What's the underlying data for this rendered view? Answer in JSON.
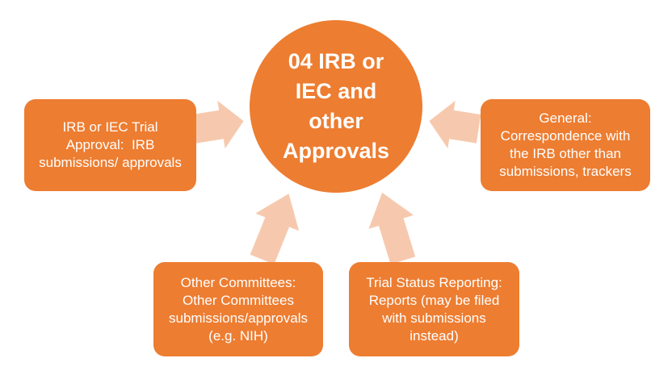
{
  "diagram": {
    "center": {
      "label": "04 IRB or\nIEC and\nother\nApprovals"
    },
    "left_box": {
      "label": "IRB or IEC Trial\nApproval:  IRB\nsubmissions/ approvals"
    },
    "right_box": {
      "label": "General:\nCorrespondence with\nthe IRB other than\nsubmissions, trackers"
    },
    "bottom_left_box": {
      "label": "Other Committees:\nOther Committees\nsubmissions/approvals\n(e.g. NIH)"
    },
    "bottom_right_box": {
      "label": "Trial Status Reporting:\nReports (may be filed\nwith submissions\ninstead)"
    },
    "arrows": [
      "left-box-to-center",
      "right-box-to-center",
      "bottom-left-box-to-center",
      "bottom-right-box-to-center"
    ]
  },
  "colors": {
    "node_fill": "#ED7D31",
    "arrow_fill": "#F6C9AE",
    "text_color": "#FFFFFF",
    "background": "#FFFFFF"
  }
}
